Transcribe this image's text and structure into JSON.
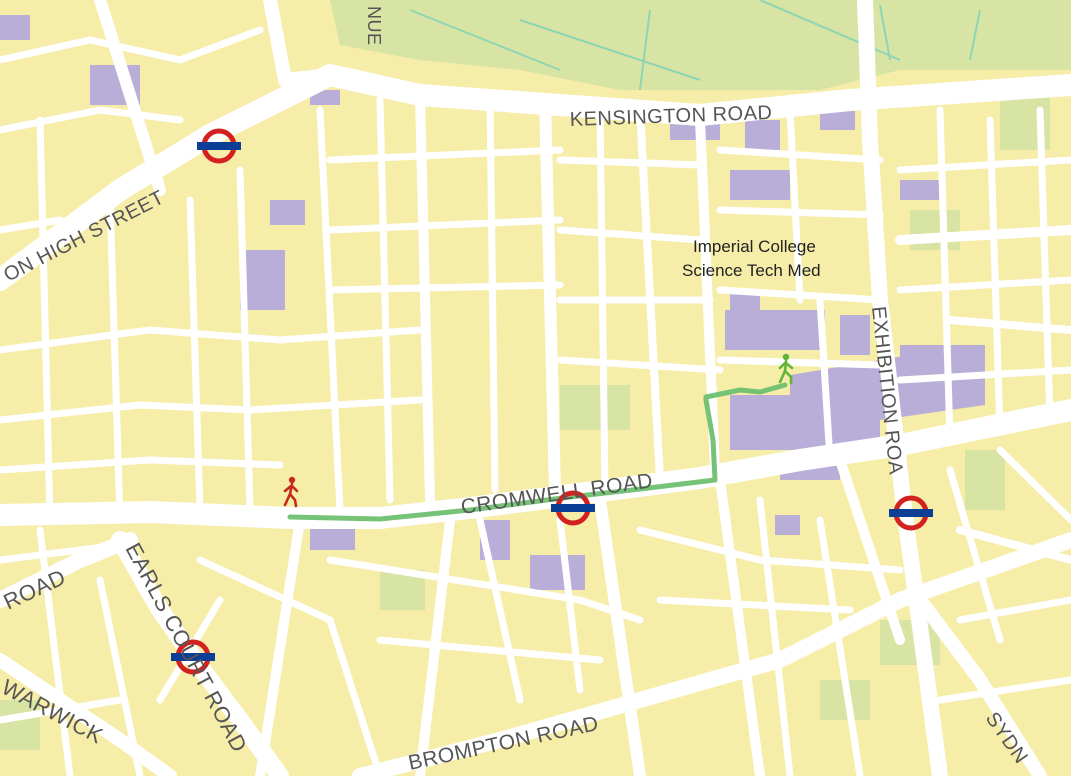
{
  "map": {
    "colors": {
      "land": "#f6eda9",
      "road": "#ffffff",
      "park": "#d7e4a4",
      "park_line": "#8fd5b4",
      "building": "#b9aed8",
      "route": "#6fc071",
      "tube_ring": "#d3211f",
      "tube_bar": "#0b3f96",
      "walker_start": "#c42a1d",
      "walker_end": "#5fb536",
      "label": "#555555"
    },
    "road_labels": [
      {
        "id": "kensington-road",
        "text": "KENSINGTON ROAD"
      },
      {
        "id": "kensington-high-street",
        "text": "ON HIGH STREET"
      },
      {
        "id": "cromwell-road",
        "text": "CROMWELL ROAD"
      },
      {
        "id": "exhibition-road",
        "text": "EXHIBITION ROA"
      },
      {
        "id": "earls-court-road",
        "text": "EARLS COURT ROAD"
      },
      {
        "id": "west-road",
        "text": "ROAD"
      },
      {
        "id": "warwick-road",
        "text": "WARWICK"
      },
      {
        "id": "brompton-road",
        "text": "BROMPTON ROAD"
      },
      {
        "id": "sydney-street",
        "text": "SYDN"
      },
      {
        "id": "avenue-fragment",
        "text": "NUE"
      }
    ],
    "poi": {
      "line1": "Imperial College",
      "line2": "Science Tech Med"
    },
    "route": {
      "mode": "walking",
      "start_icon": "walker-start-icon",
      "end_icon": "walker-end-icon"
    },
    "stations": [
      {
        "id": "high-street-kensington",
        "icon": "underground-icon"
      },
      {
        "id": "gloucester-road",
        "icon": "underground-icon"
      },
      {
        "id": "south-kensington",
        "icon": "underground-icon"
      },
      {
        "id": "earls-court",
        "icon": "underground-icon"
      }
    ]
  }
}
